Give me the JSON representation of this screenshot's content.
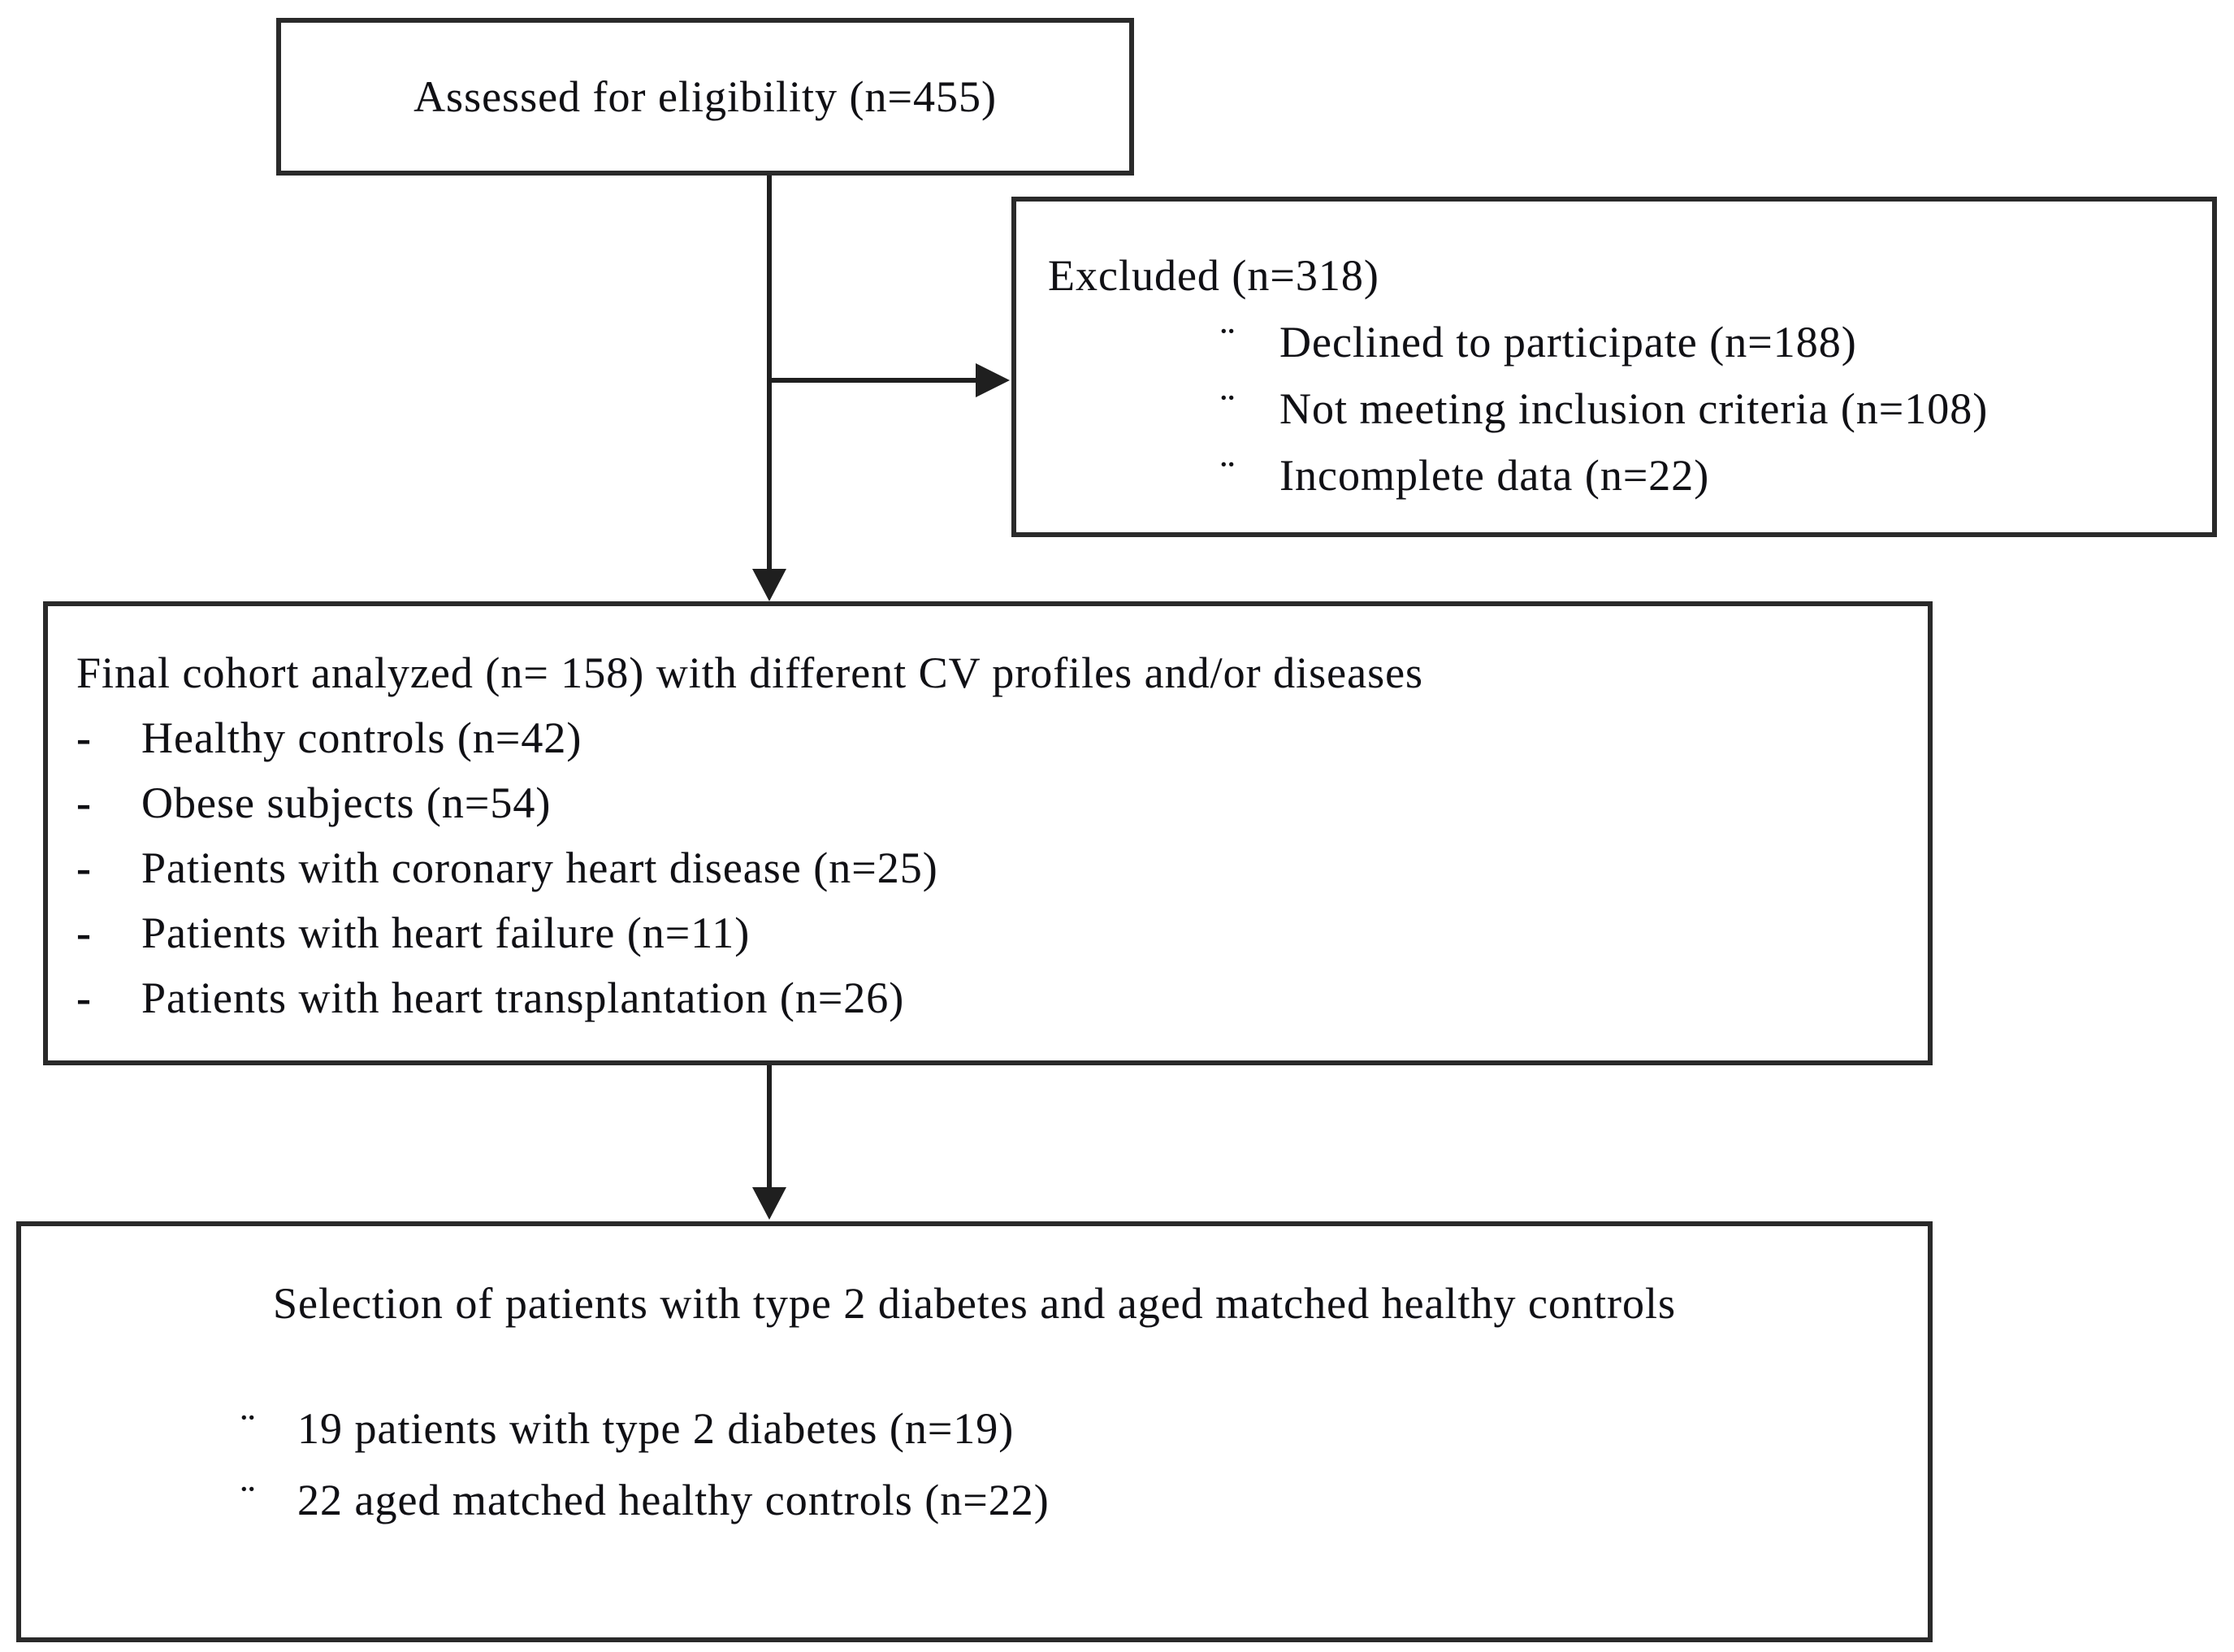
{
  "flowchart": {
    "background": "#ffffff",
    "line_color": "#1f1f1f",
    "text_color": "#101014",
    "boxes": {
      "assessed": {
        "text": "Assessed for eligibility (n=455)"
      },
      "excluded": {
        "title": "Excluded  (n=318)",
        "bullet_char": "¨",
        "items": [
          "Declined to participate (n=188)",
          "Not meeting inclusion criteria (n=108)",
          "Incomplete data (n=22)"
        ]
      },
      "final_cohort": {
        "title": "Final cohort analyzed  (n= 158) with different CV profiles and/or diseases",
        "bullet_char": "-",
        "items": [
          "Healthy controls (n=42)",
          "Obese subjects (n=54)",
          "Patients with coronary heart disease (n=25)",
          "Patients with heart failure (n=11)",
          "Patients with heart transplantation (n=26)"
        ]
      },
      "selection": {
        "title": "Selection of patients with type 2 diabetes and aged matched healthy controls",
        "bullet_char": "¨",
        "items": [
          "19 patients with type 2 diabetes (n=19)",
          "22 aged matched healthy controls (n=22)"
        ]
      }
    }
  }
}
